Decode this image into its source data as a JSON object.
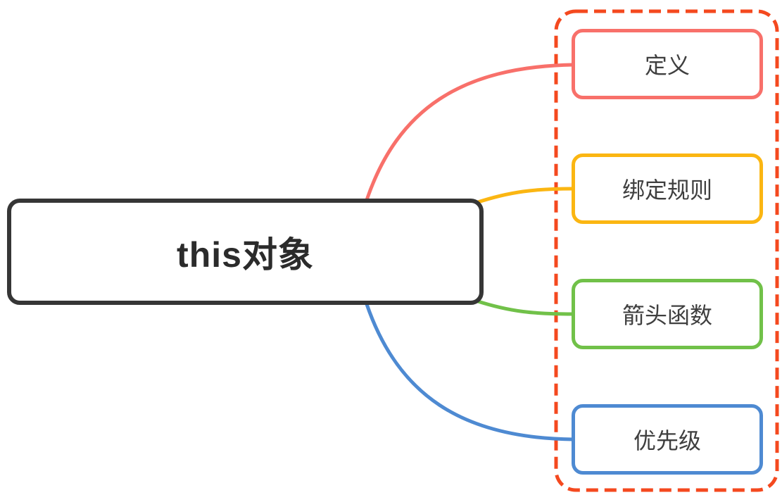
{
  "root": {
    "label": "this对象",
    "border_color": "#363636",
    "text_color": "#2b2b2b"
  },
  "group": {
    "border_color": "#f4491f",
    "border_style": "dashed"
  },
  "children": [
    {
      "label": "定义",
      "color": "#f8706a",
      "text_color": "#3f3f3f"
    },
    {
      "label": "绑定规则",
      "color": "#fbb612",
      "text_color": "#3f3f3f"
    },
    {
      "label": "箭头函数",
      "color": "#71c149",
      "text_color": "#3f3f3f"
    },
    {
      "label": "优先级",
      "color": "#4e8ad2",
      "text_color": "#3f3f3f"
    }
  ]
}
